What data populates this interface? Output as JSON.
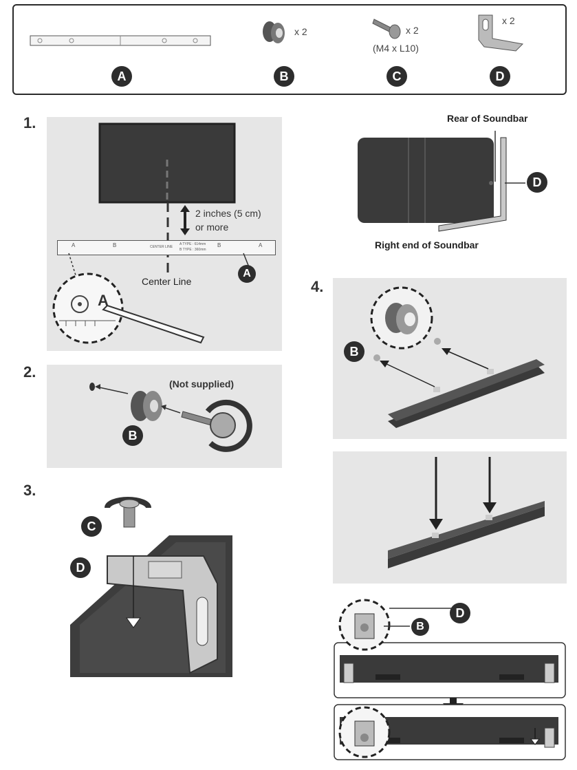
{
  "parts": {
    "a": {
      "badge": "A"
    },
    "b": {
      "badge": "B",
      "qty": "x 2"
    },
    "c": {
      "badge": "C",
      "qty": "x 2",
      "spec": "(M4 x L10)"
    },
    "d": {
      "badge": "D",
      "qty": "x 2"
    }
  },
  "template": {
    "letter_a": "A",
    "letter_b": "B",
    "center_label": "CENTER LINE",
    "type_a": "A TYPE : 614mm",
    "type_b": "B TYPE : 360mm"
  },
  "step1": {
    "number": "1.",
    "gap_note_line1": "2 inches (5 cm)",
    "gap_note_line2": "or more",
    "center_line": "Center Line",
    "badge": "A",
    "mark_letter": "A"
  },
  "step2": {
    "number": "2.",
    "note": "(Not supplied)",
    "badge": "B"
  },
  "step3": {
    "number": "3.",
    "badge_c": "C",
    "badge_d": "D"
  },
  "detail_top": {
    "rear_label": "Rear of Soundbar",
    "right_end_label": "Right end of Soundbar",
    "badge": "D"
  },
  "step4": {
    "number": "4.",
    "badge_b": "B",
    "badge_d": "D",
    "badge_b2": "B"
  }
}
